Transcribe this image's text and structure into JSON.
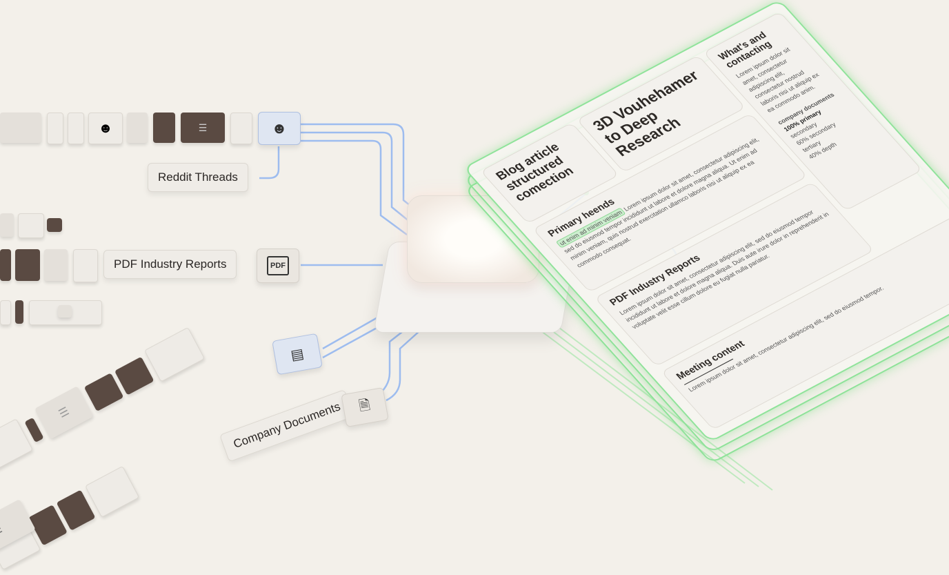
{
  "sources": {
    "reddit": {
      "label": "Reddit Threads",
      "icon": "reddit-icon"
    },
    "pdf": {
      "label": "PDF Industry Reports",
      "icon": "pdf-icon",
      "icon_text": "PDF"
    },
    "dashboard": {
      "icon": "dashboard-chart-icon"
    },
    "company": {
      "label": "Company Documents",
      "icon": "document-icon"
    }
  },
  "colors": {
    "background": "#f3f0ea",
    "input_lines": "#8fb4f0",
    "output_glow": "#8fe39a",
    "dark_block": "#5a4a42"
  },
  "document": {
    "title_left": "Blog article structured comection",
    "title_main": "3D Vouhehamer to Deep Research",
    "side_card": {
      "title": "What's and contacting",
      "body": "Lorem ipsum dolor sit amet, consectetur adipiscing elit, consectetur nostrud laboris nisi ut aliquip ex ea commodo anim.",
      "sub_title": "company documents",
      "sub_bold": "100% primary",
      "sub_lines": [
        "100% primary",
        "secondary",
        "60% secondary",
        "tertiary",
        "40% depth"
      ]
    },
    "section1": {
      "title": "Primary heends",
      "highlight": "ut enim ad minim veniam",
      "body": "Lorem ipsum dolor sit amet, consectetur adipiscing elit, sed do eiusmod tempor incididunt ut labore et dolore magna aliqua. Ut enim ad minim veniam, quis nostrud exercitation ullamco laboris nisi ut aliquip ex ea commodo consequat."
    },
    "section2": {
      "title": "PDF Industry Reports",
      "body": "Lorem ipsum dolor sit amet, consectetur adipiscing elit, sed do eiusmod tempor incididunt ut labore et dolore magna aliqua. Duis aute irure dolor in reprehenderit in voluptate velit esse cillum dolore eu fugiat nulla pariatur."
    },
    "section3": {
      "title": "Meeting content",
      "body": "Lorem ipsum dolor sit amet, consectetur adipiscing elit, sed do eiusmod tempor."
    }
  }
}
